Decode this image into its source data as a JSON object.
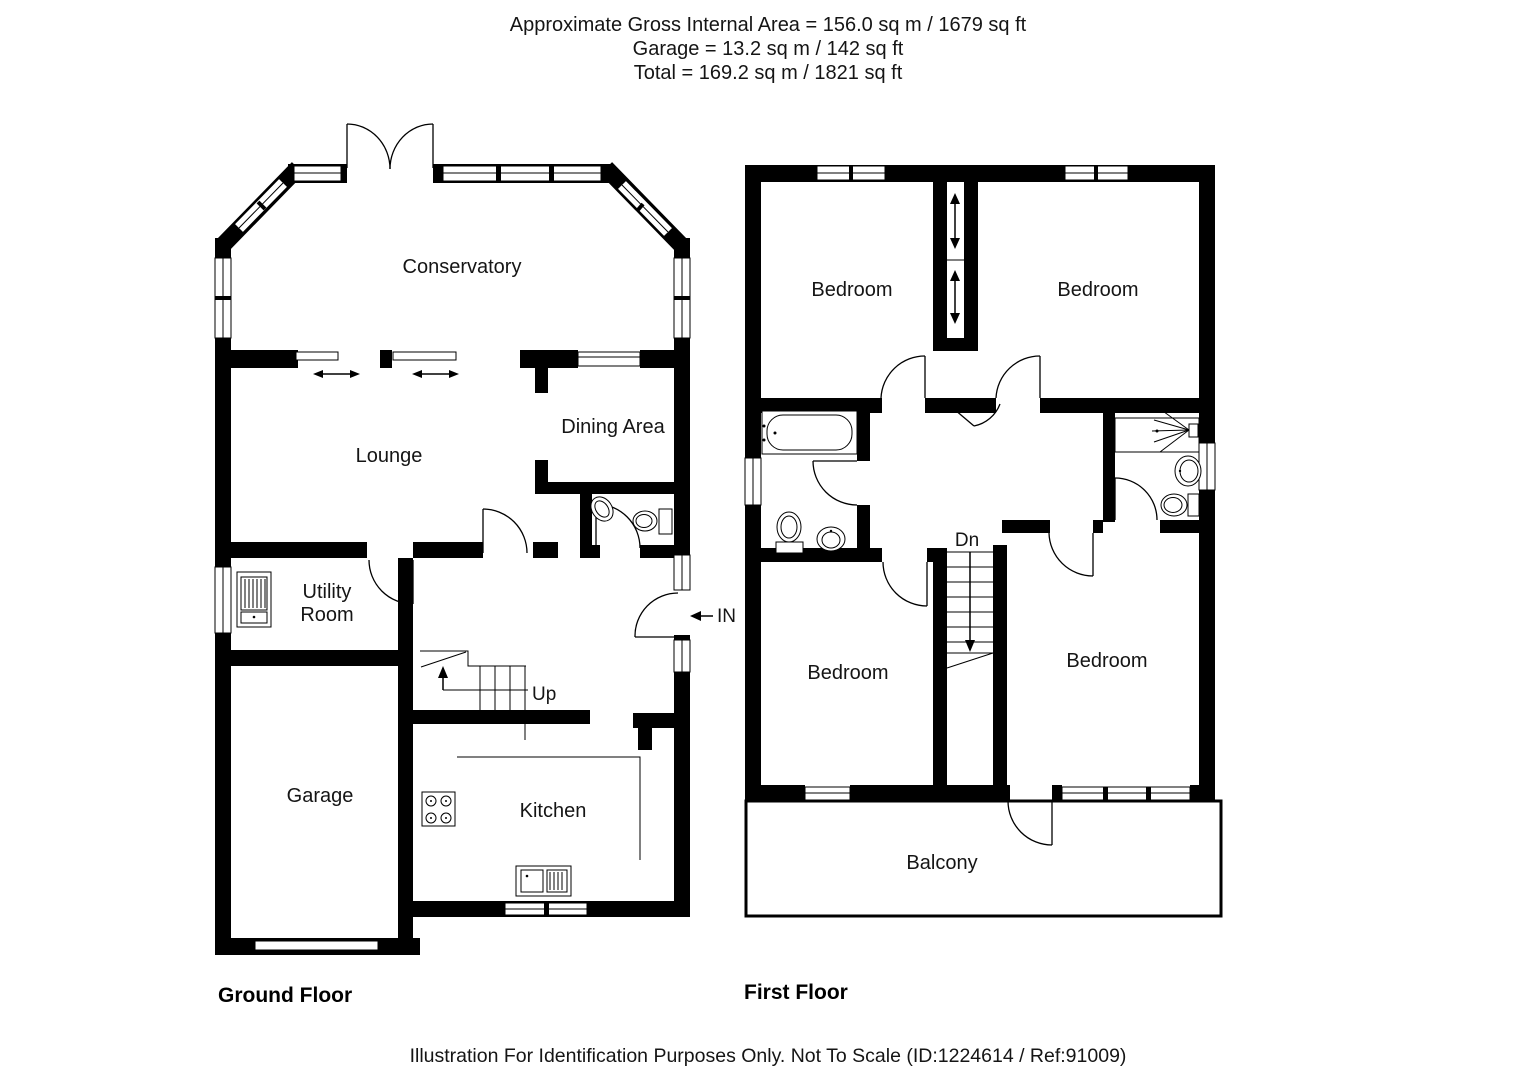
{
  "header": {
    "line1": "Approximate Gross Internal Area = 156.0 sq m / 1679 sq ft",
    "line2": "Garage = 13.2 sq m / 142 sq ft",
    "line3": "Total = 169.2 sq m / 1821 sq ft"
  },
  "footer": {
    "disclaimer": "Illustration For Identification Purposes Only. Not To Scale (ID:1224614 / Ref:91009)"
  },
  "ground_floor": {
    "title": "Ground Floor",
    "labels": {
      "conservatory": "Conservatory",
      "lounge": "Lounge",
      "dining_area": "Dining Area",
      "utility_line1": "Utility",
      "utility_line2": "Room",
      "garage": "Garage",
      "kitchen": "Kitchen",
      "stairs": "Up",
      "entrance": "IN"
    }
  },
  "first_floor": {
    "title": "First Floor",
    "labels": {
      "bedroom_top_left": "Bedroom",
      "bedroom_top_right": "Bedroom",
      "bedroom_bottom_left": "Bedroom",
      "bedroom_bottom_right": "Bedroom",
      "stairs": "Dn",
      "balcony": "Balcony"
    }
  },
  "colors": {
    "ink": "#000000",
    "background": "#ffffff",
    "text": "#151515"
  }
}
